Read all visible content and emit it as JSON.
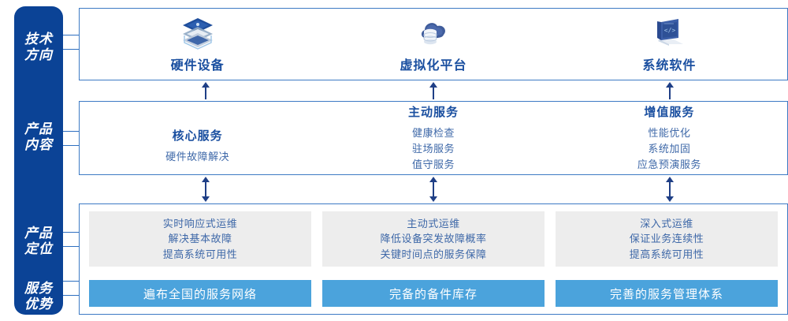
{
  "rail": {
    "items": [
      {
        "name": "tech-direction",
        "line1": "技术",
        "line2": "方向"
      },
      {
        "name": "product-content",
        "line1": "产品",
        "line2": "内容"
      },
      {
        "name": "product-position",
        "line1": "产品",
        "line2": "定位"
      },
      {
        "name": "service-advantage",
        "line1": "服务",
        "line2": "优势"
      }
    ]
  },
  "tech": {
    "columns": [
      {
        "icon": "server-stack-icon",
        "label": "硬件设备"
      },
      {
        "icon": "cloud-database-icon",
        "label": "虚拟化平台"
      },
      {
        "icon": "laptop-code-icon",
        "label": "系统软件"
      }
    ]
  },
  "content": {
    "columns": [
      {
        "title": "核心服务",
        "lines": [
          "硬件故障解决"
        ]
      },
      {
        "title": "主动服务",
        "lines": [
          "健康检查",
          "驻场服务",
          "值守服务"
        ]
      },
      {
        "title": "增值服务",
        "lines": [
          "性能优化",
          "系统加固",
          "应急预演服务"
        ]
      }
    ]
  },
  "position": {
    "boxes": [
      {
        "lines": [
          "实时响应式运维",
          "解决基本故障",
          "提高系统可用性"
        ]
      },
      {
        "lines": [
          "主动式运维",
          "降低设备突发故障概率",
          "关键时间点的服务保障"
        ]
      },
      {
        "lines": [
          "深入式运维",
          "保证业务连续性",
          "提高系统可用性"
        ]
      }
    ],
    "bars": [
      "遍布全国的服务网络",
      "完备的备件库存",
      "完善的服务管理体系"
    ]
  },
  "colors": {
    "rail_bg": "#0B4396",
    "panel_border": "#3D7AC4",
    "heading_blue": "#1A4FA0",
    "body_blue": "#3E68A8",
    "gray_box": "#EDEDED",
    "bar_blue": "#4BA3DC",
    "arrow": "#1F3F86"
  }
}
